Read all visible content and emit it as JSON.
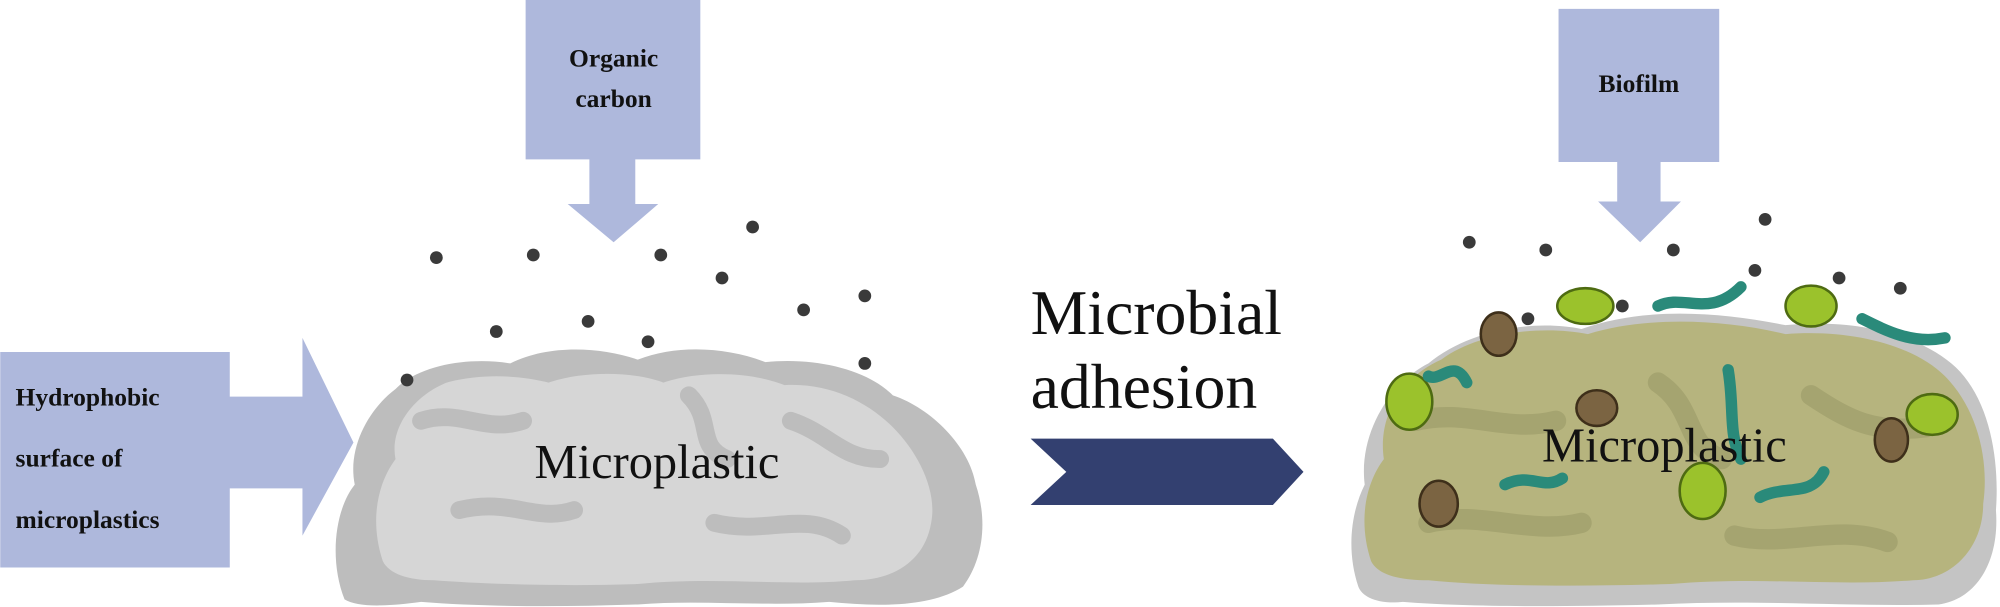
{
  "labels": {
    "organic_carbon": [
      "Organic",
      "carbon"
    ],
    "hydrophobic": [
      "Hydrophobic",
      "surface of",
      "microplastics"
    ],
    "biofilm": "Biofilm",
    "process": [
      "Microbial",
      "adhesion"
    ],
    "microplastic_before": "Microplastic",
    "microplastic_after": "Microplastic"
  },
  "colors": {
    "input_arrow": "#aeb8dc",
    "process_arrow": "#334070",
    "microplastic": "#d6d6d6",
    "microplastic_shadow": "#bdbdbd",
    "biofilm_fill": "#b6b47e",
    "particle": "#3a3a3a"
  }
}
